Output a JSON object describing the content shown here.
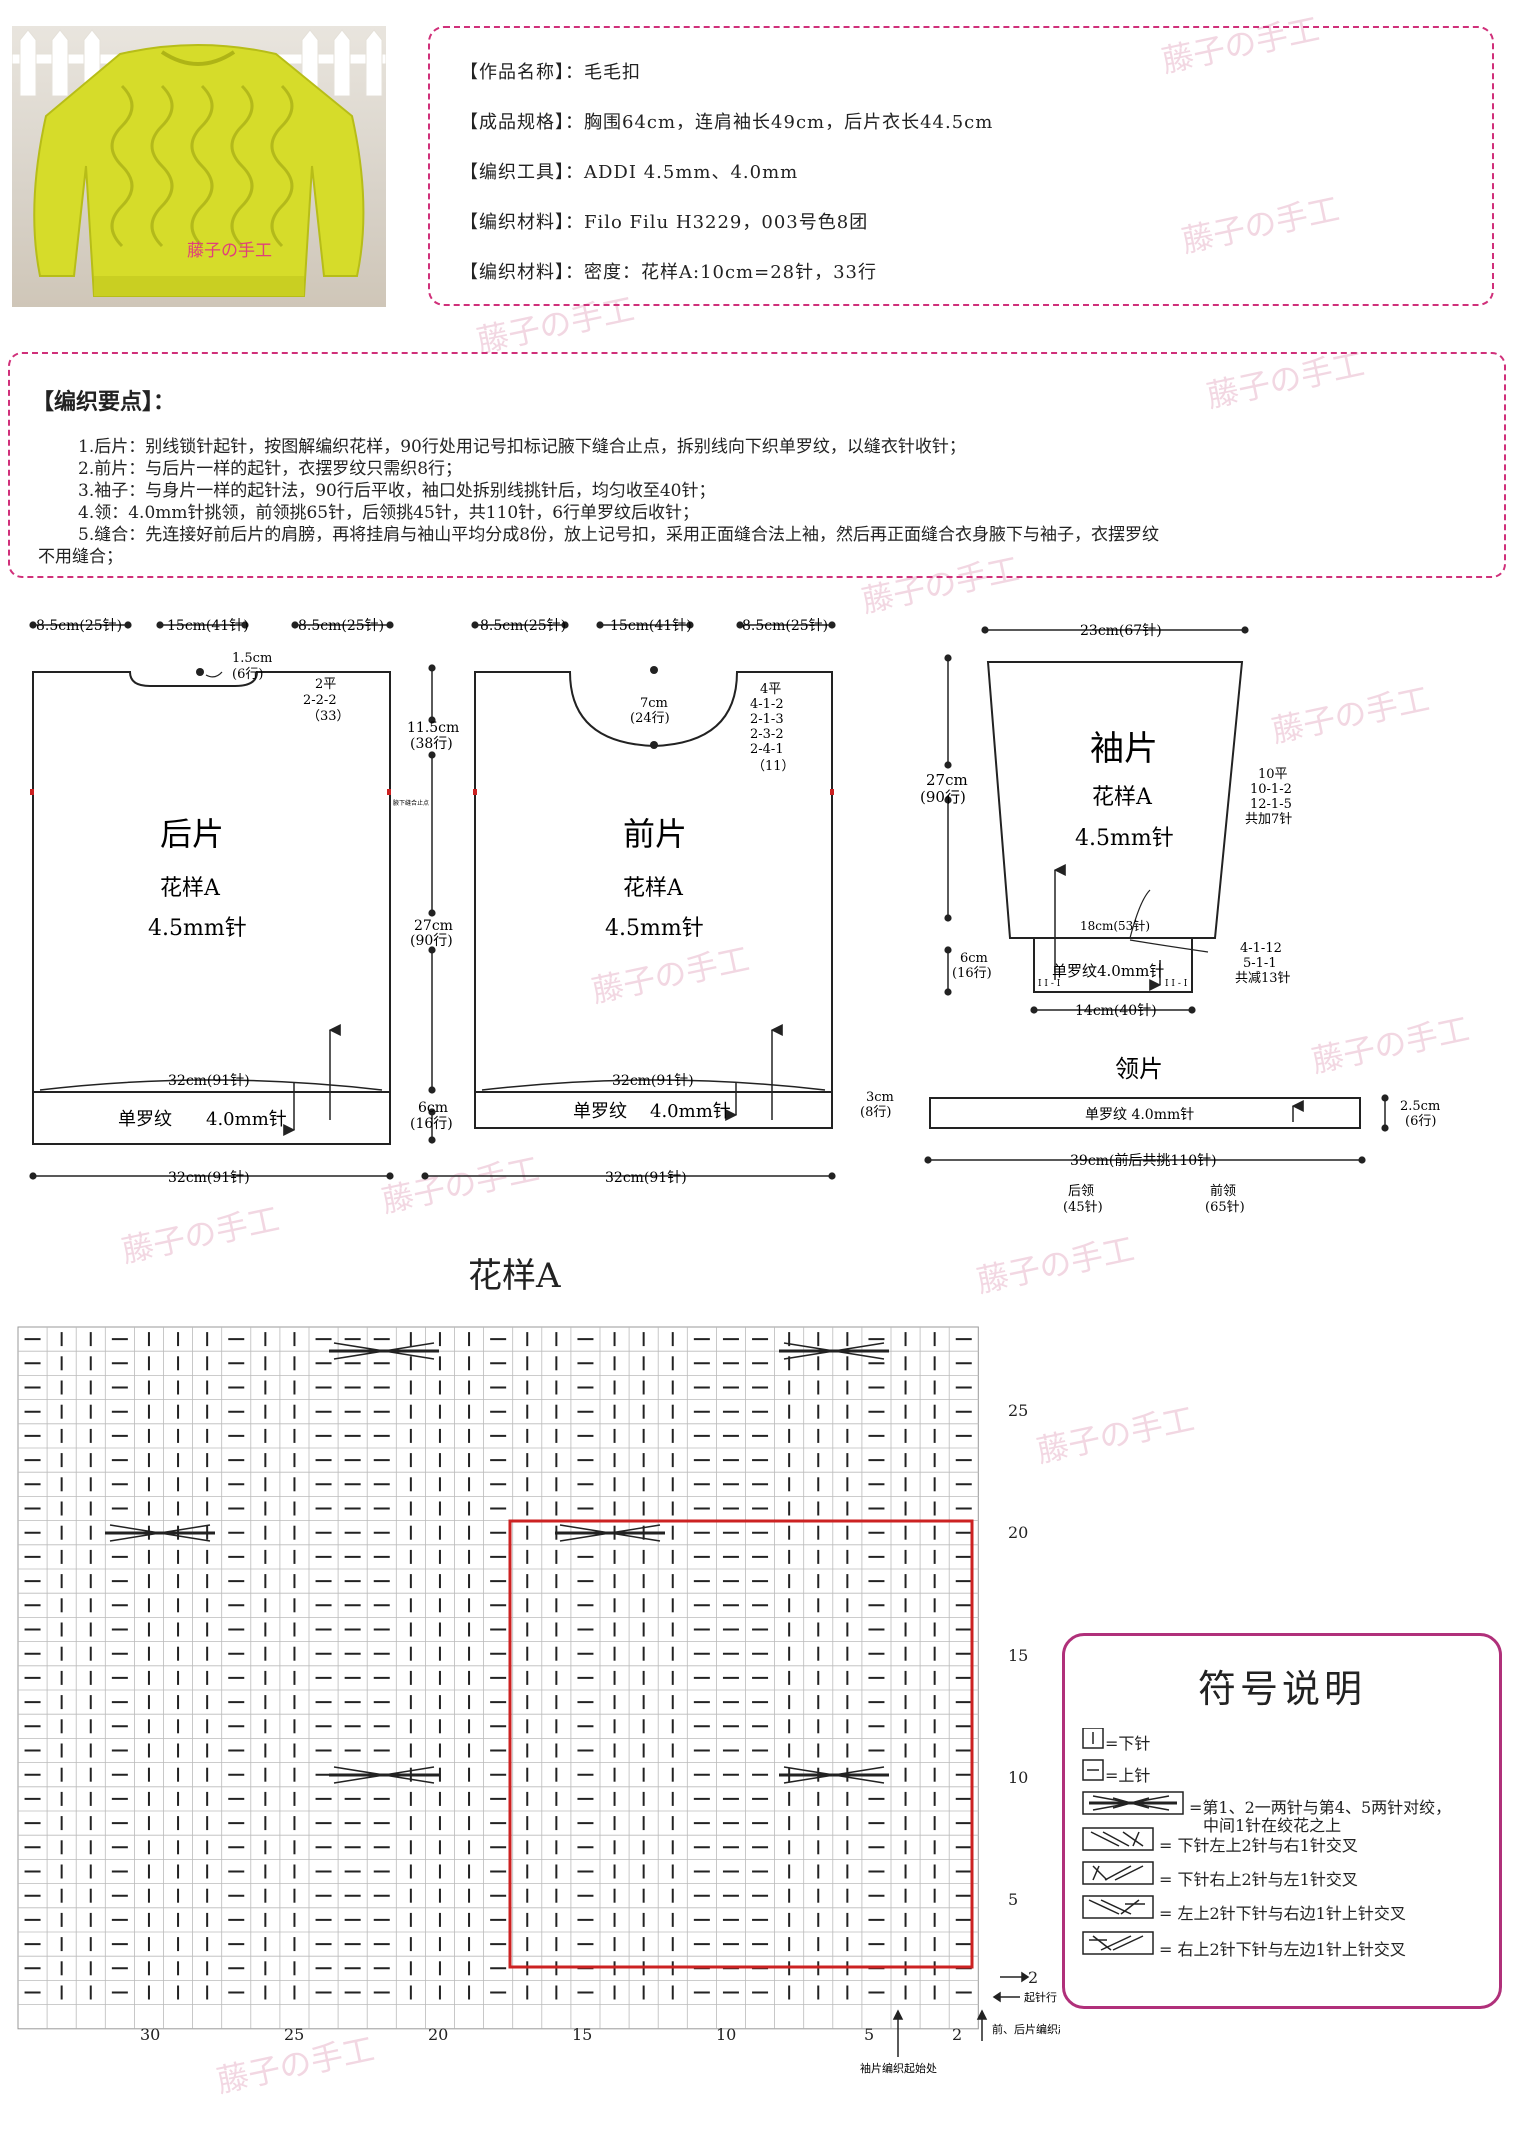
{
  "watermark": "藤子の手工",
  "photo": {
    "logo_text": "藤子の手工"
  },
  "info": [
    {
      "label": "【作品名称】：",
      "value": "毛毛扣"
    },
    {
      "label": "【成品规格】：",
      "value": "胸围64cm，连肩袖长49cm，后片衣长44.5cm"
    },
    {
      "label": "【编织工具】：",
      "value": "ADDI 4.5mm、4.0mm"
    },
    {
      "label": "【编织材料】：",
      "value": "Filo Filu H3229，003号色8团"
    },
    {
      "label": "【编织材料】：",
      "value": "密度：花样A:10cm=28针，33行"
    }
  ],
  "notes": {
    "title": "【编织要点】：",
    "items": [
      "1.后片：别线锁针起针，按图解编织花样，90行处用记号扣标记腋下缝合止点，拆别线向下织单罗纹，以缝衣针收针；",
      "2.前片：与后片一样的起针，衣摆罗纹只需织8行；",
      "3.袖子：与身片一样的起针法，90行后平收，袖口处拆别线挑针后，均匀收至40针；",
      "4.领：4.0mm针挑领，前领挑65针，后领挑45针，共110针，6行单罗纹后收针；",
      "5.缝合：先连接好前后片的肩膀，再将挂肩与袖山平均分成8份，放上记号扣，采用正面缝合法上袖，然后再正面缝合衣身腋下与袖子，衣摆罗纹"
    ],
    "continuation": "不用缝合；"
  },
  "back": {
    "top_left": "8.5cm(25针)",
    "top_mid": "15cm(41针)",
    "top_right": "8.5cm(25针)",
    "neck_w": "1.5cm",
    "neck_r": "(6行)",
    "dec1": "2平",
    "dec2": "2-2-2",
    "dec3": "（33）",
    "title": "后片",
    "pattern": "花样A",
    "needle": "4.5mm针",
    "hem_w": "32cm(91针)",
    "rib": "单罗纹",
    "rib_needle": "4.0mm针",
    "bottom": "32cm(91针)",
    "mark": "腋下缝合止点"
  },
  "mid": {
    "h1": "11.5cm",
    "h1r": "(38行)",
    "h2": "27cm",
    "h2r": "(90行)",
    "h3": "6cm",
    "h3r": "(16行)"
  },
  "front": {
    "top_left": "8.5cm(25针)",
    "top_mid": "15cm(41针)",
    "top_right": "8.5cm(25针)",
    "neck_h": "7cm",
    "neck_r": "(24行)",
    "dec": [
      "4平",
      "4-1-2",
      "2-1-3",
      "2-3-2",
      "2-4-1",
      "（11）"
    ],
    "title": "前片",
    "pattern": "花样A",
    "needle": "4.5mm针",
    "hem_w": "32cm(91针)",
    "rib": "单罗纹",
    "rib_needle": "4.0mm针",
    "bottom": "32cm(91针)",
    "rib_h": "3cm",
    "rib_r": "(8行)"
  },
  "sleeve": {
    "top": "23cm(67针)",
    "h": "27cm",
    "hr": "(90行)",
    "title": "袖片",
    "pattern": "花样A",
    "needle": "4.5mm针",
    "inc": [
      "10平",
      "10-1-2",
      "12-1-5",
      "共加7针"
    ],
    "cuff_w": "18cm(53针)",
    "cuff_h": "6cm",
    "cuff_r": "(16行)",
    "dec": [
      "4-1-12",
      "5-1-1",
      "共减13针"
    ],
    "rib": "单罗纹4.0mm针",
    "rib_mark": "I I - I",
    "bottom": "14cm(40针)"
  },
  "collar": {
    "title": "领片",
    "rib": "单罗纹 4.0mm针",
    "h": "2.5cm",
    "hr": "(6行)",
    "w": "39cm(前后共挑110针)",
    "back": "后领",
    "back_n": "(45针)",
    "front": "前领",
    "front_n": "(65针)"
  },
  "chart": {
    "title": "花样A",
    "row_labels": [
      "25",
      "20",
      "15",
      "10",
      "5",
      "2"
    ],
    "col_labels": [
      "30",
      "25",
      "20",
      "15",
      "10",
      "5",
      "2"
    ],
    "start_label": "起针行",
    "body_start": "前、后片编织起始处",
    "sleeve_start": "袖片编织起始处"
  },
  "legend": {
    "title": "符号说明",
    "items": [
      "=下针",
      "=上针",
      "=第1、2一两针与第4、5两针对绞，",
      "中间1针在绞花之上",
      "= 下针左上2针与右1针交叉",
      "= 下针右上2针与左1针交叉",
      "= 左上2针下针与右边1针上针交叉",
      "= 右上2针下针与左边1针上针交叉"
    ]
  },
  "colors": {
    "accent": "#d0307a",
    "chart_red": "#cc2222",
    "yarn": "#d6dc2a"
  }
}
